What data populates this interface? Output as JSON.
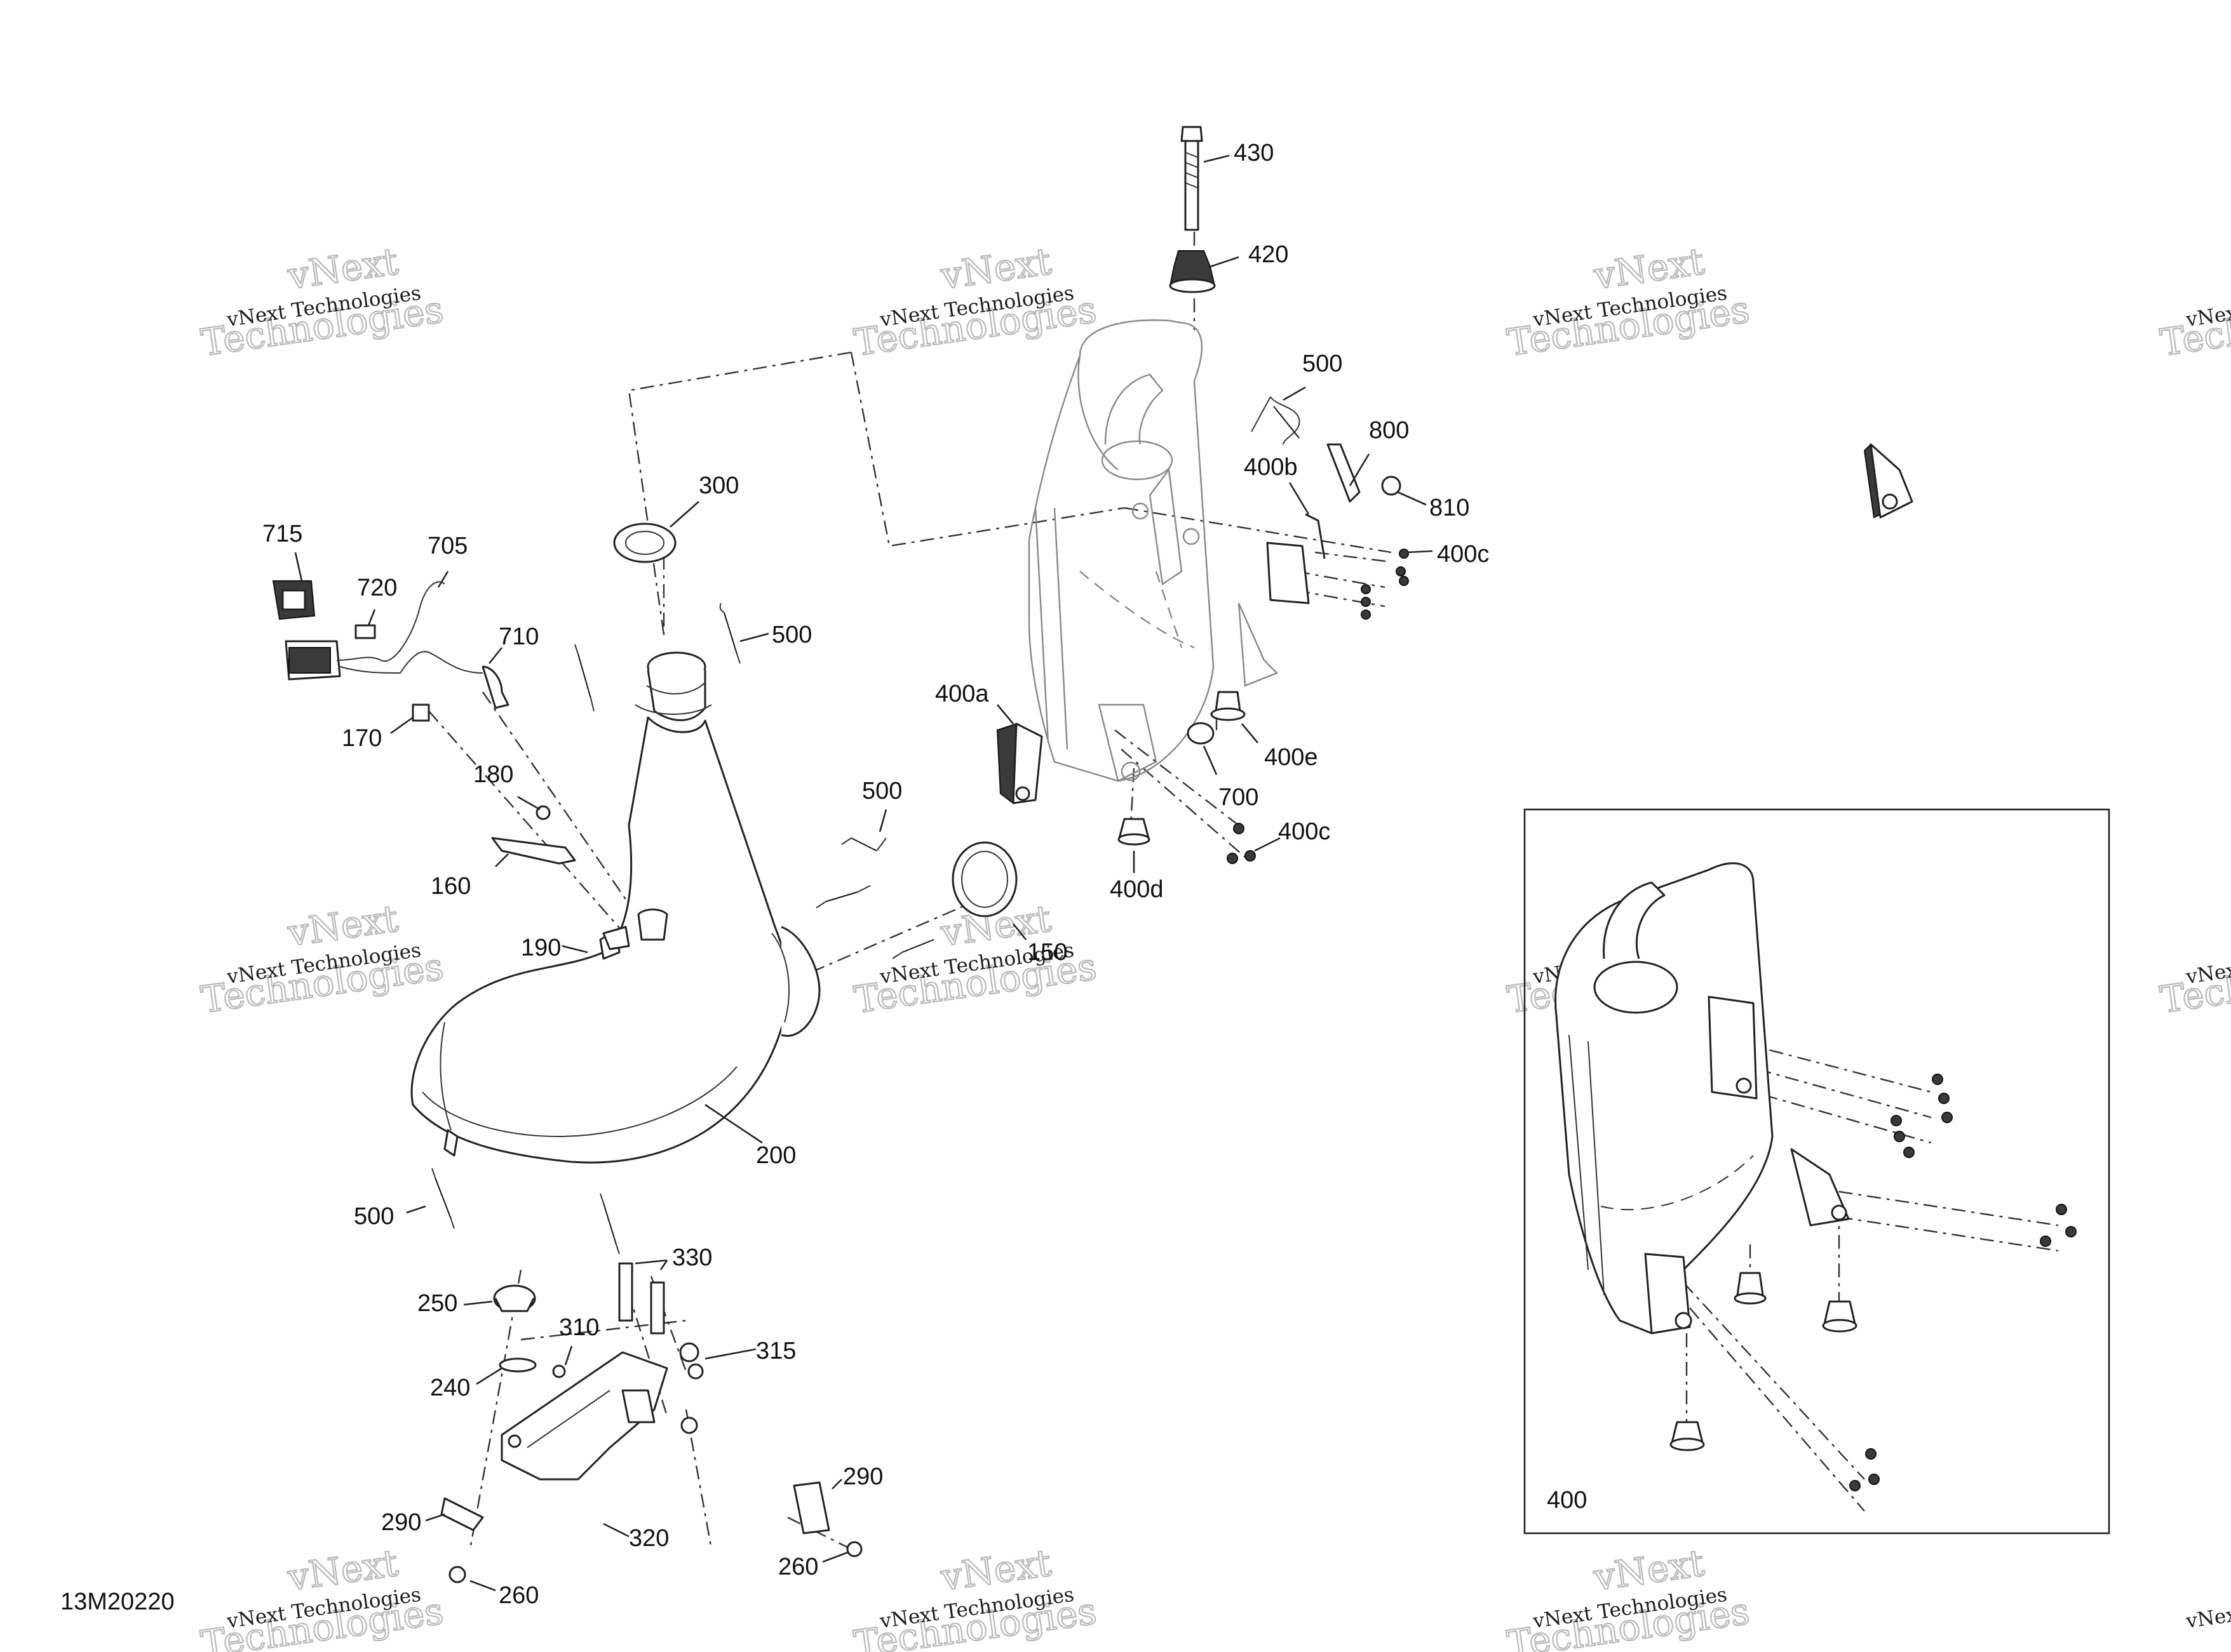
{
  "drawing_number": "13M20220",
  "watermark": {
    "line1": "vNext Technologies",
    "line2": "Technologies",
    "brand": "vNext"
  },
  "inset": {
    "label": "400"
  },
  "callouts": {
    "c430": "430",
    "c420": "420",
    "c500a": "500",
    "c800": "800",
    "c400b": "400b",
    "c810": "810",
    "c400c_a": "400c",
    "c300": "300",
    "c715": "715",
    "c705": "705",
    "c720": "720",
    "c710": "710",
    "c500b": "500",
    "c170": "170",
    "c400a": "400a",
    "c400e": "400e",
    "c180": "180",
    "c700": "700",
    "c500c": "500",
    "c400c_b": "400c",
    "c160": "160",
    "c400d": "400d",
    "c190": "190",
    "c150": "150",
    "c200": "200",
    "c500d": "500",
    "c330": "330",
    "c250": "250",
    "c310": "310",
    "c315": "315",
    "c240": "240",
    "c290a": "290",
    "c290b": "290",
    "c320": "320",
    "c260a": "260",
    "c260b": "260"
  }
}
